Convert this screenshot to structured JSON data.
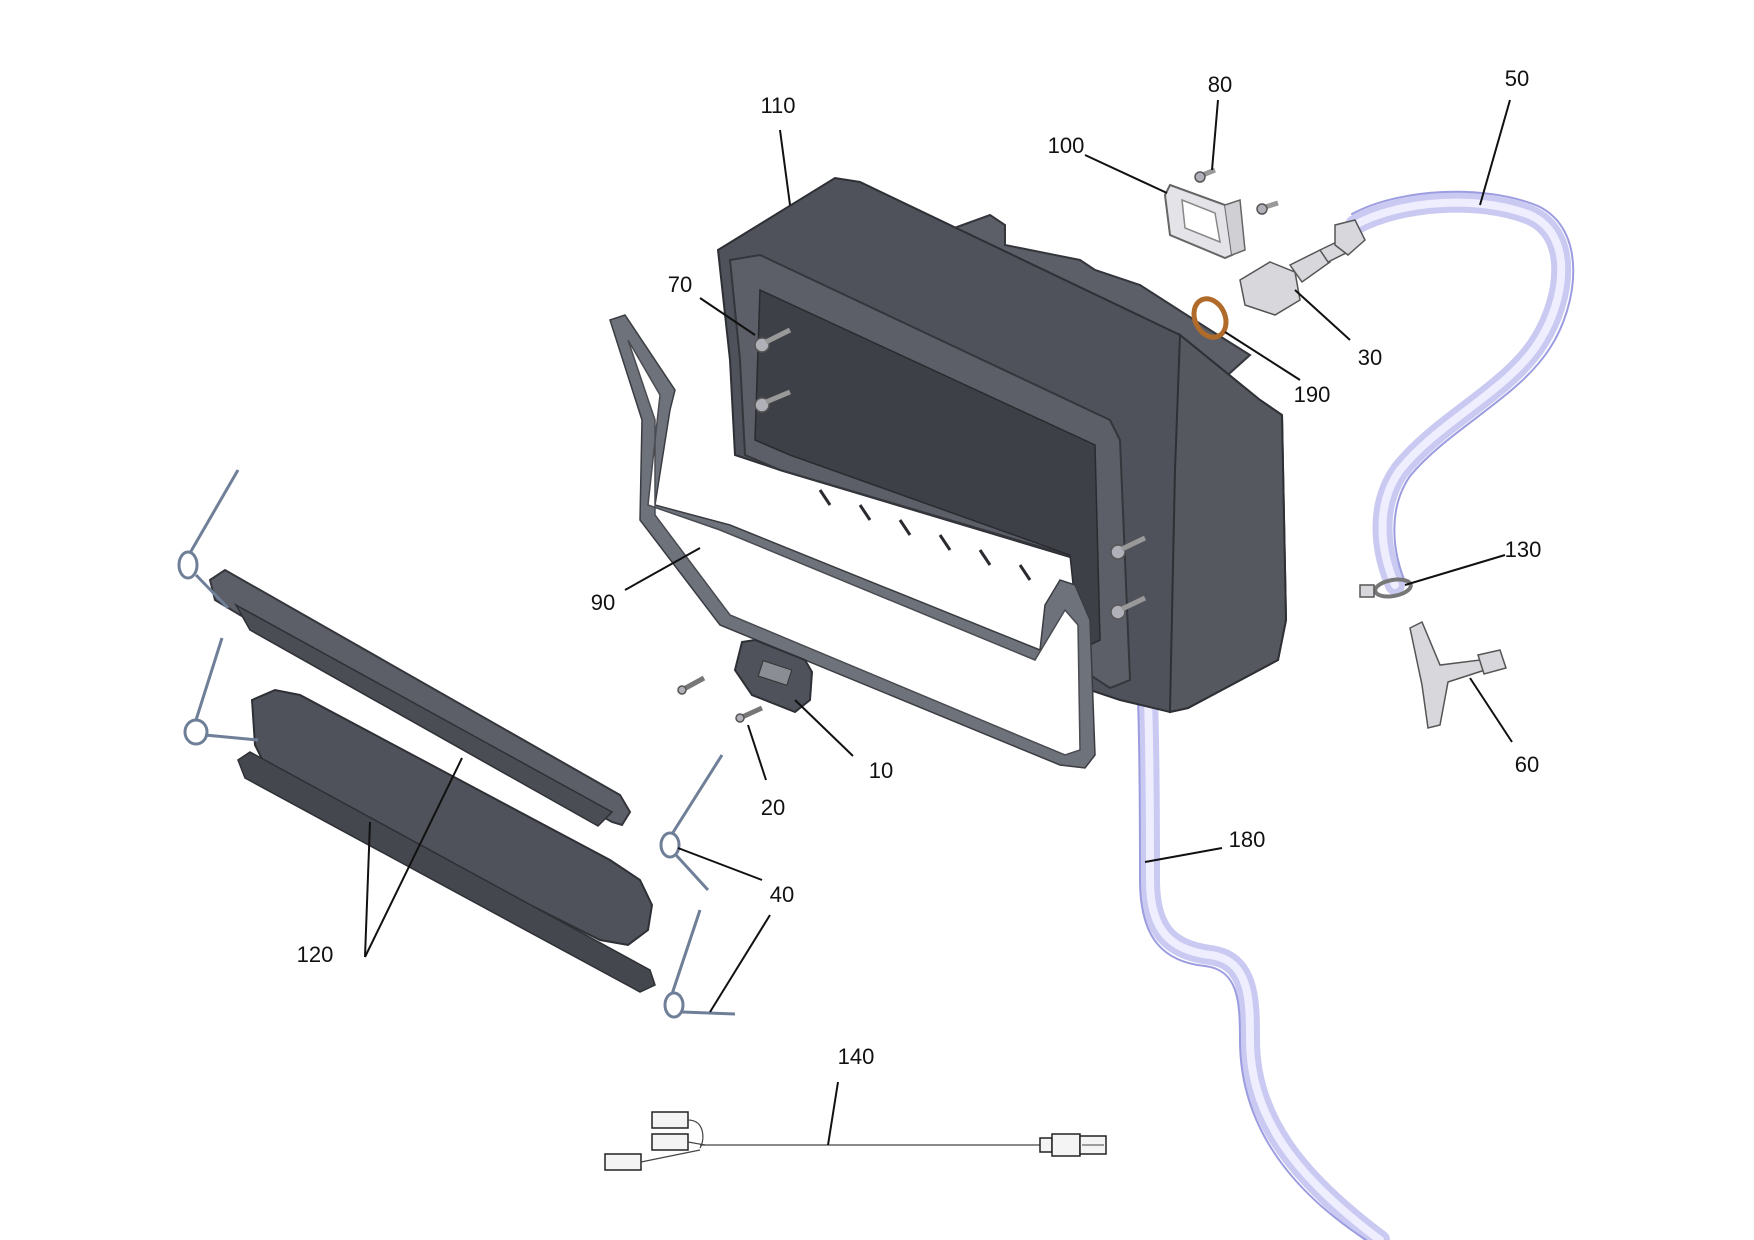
{
  "callouts": {
    "c10": "10",
    "c20": "20",
    "c30": "30",
    "c40": "40",
    "c50": "50",
    "c60": "60",
    "c70": "70",
    "c80": "80",
    "c90": "90",
    "c100": "100",
    "c110": "110",
    "c120": "120",
    "c130": "130",
    "c140": "140",
    "c180": "180",
    "c190": "190"
  },
  "colors": {
    "housing": "#4f525a",
    "hose": "#c9c9f2",
    "o_ring": "#b06a2a",
    "spring": "#6f7f98"
  }
}
